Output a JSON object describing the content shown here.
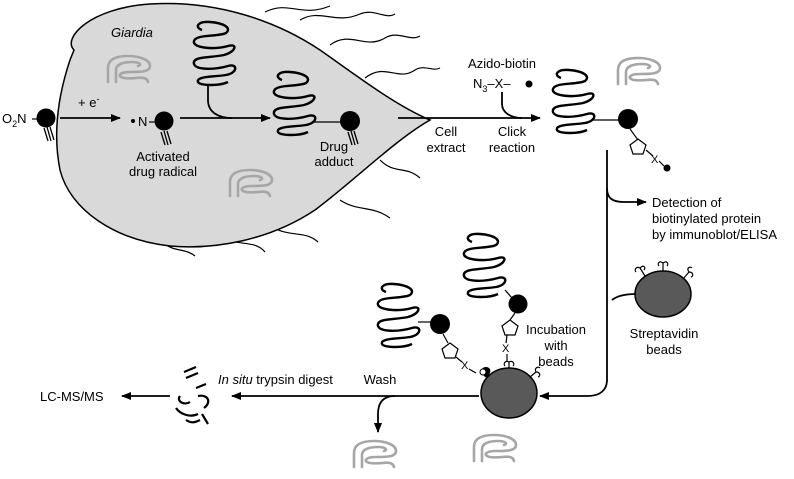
{
  "colors": {
    "cell_fill": "#d9d9d9",
    "cell_stroke": "#000000",
    "bead_fill": "#595959",
    "ghost_protein": "#a6a6a6",
    "ink": "#000000"
  },
  "cell": {
    "name": "Giardia"
  },
  "drug": {
    "group": "O",
    "group_sub": "2",
    "group_suffix": "N"
  },
  "steps": {
    "electron": "+ e",
    "electron_sup": "-",
    "radical_n": "N",
    "radical_label_1": "Activated",
    "radical_label_2": "drug radical",
    "adduct_label_1": "Drug",
    "adduct_label_2": "adduct",
    "extract_1": "Cell",
    "extract_2": "extract",
    "click_1": "Click",
    "click_2": "reaction"
  },
  "reagents": {
    "azido_biotin": "Azido-biotin",
    "azido_n": "N",
    "azido_sub": "3",
    "azido_x": "X",
    "linker_x": "X",
    "streptavidin_1": "Streptavidin",
    "streptavidin_2": "beads"
  },
  "detection": {
    "line1": "Detection of",
    "line2": "biotinylated protein",
    "line3": "by immunoblot/ELISA"
  },
  "incubation": {
    "line1": "Incubation",
    "line2": "with",
    "line3": "beads"
  },
  "bottom": {
    "wash": "Wash",
    "digest_italic": "In situ",
    "digest_rest": " trypsin digest",
    "ms": "LC-MS/MS"
  }
}
